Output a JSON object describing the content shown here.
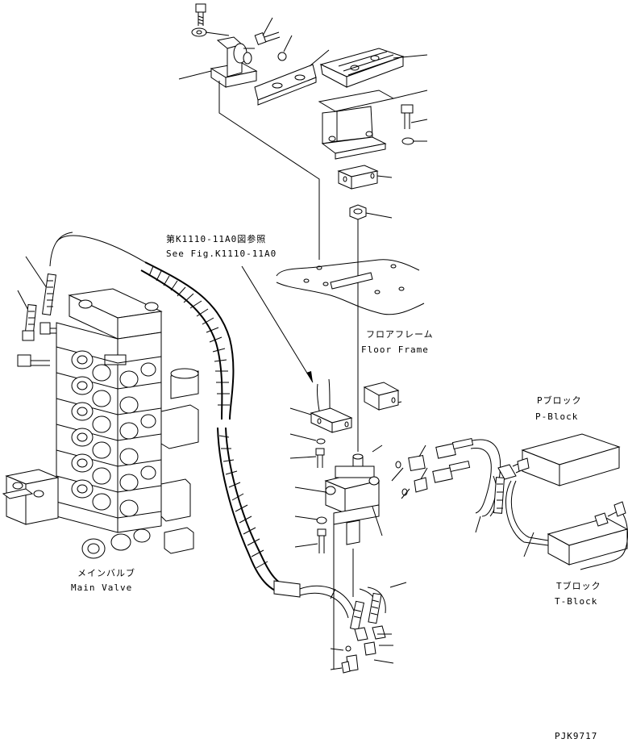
{
  "labels": {
    "ref_jp": "第K1110-11A0図参照",
    "ref_en": "See Fig.K1110-11A0",
    "floor_jp": "フロアフレーム",
    "floor_en": "Floor Frame",
    "main_valve_jp": "メインバルブ",
    "main_valve_en": "Main Valve",
    "p_block_jp": "Pブロック",
    "p_block_en": "P-Block",
    "t_block_jp": "Tブロック",
    "t_block_en": "T-Block",
    "drawing_code": "PJK9717"
  }
}
